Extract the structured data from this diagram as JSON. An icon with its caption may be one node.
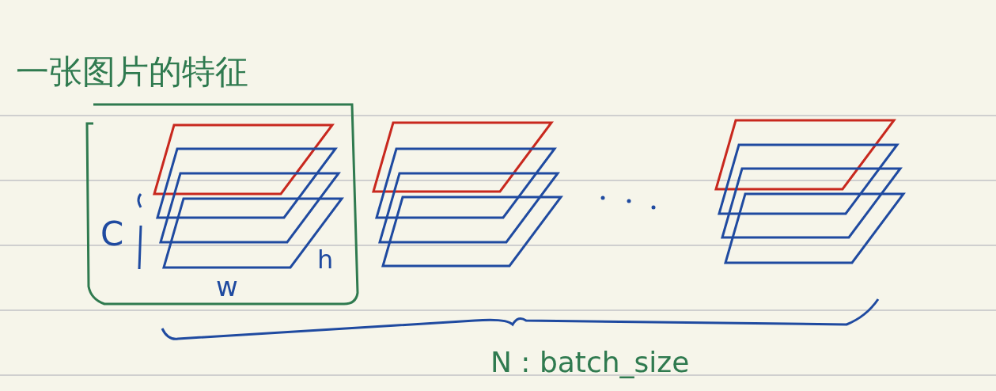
{
  "diagram": {
    "nodes": [
      {
        "text": [
          "一张图片的特征",
          "C",
          "h",
          "w"
        ]
      }
    ],
    "edges": [],
    "labels": [
      "N : batch_size"
    ]
  }
}
